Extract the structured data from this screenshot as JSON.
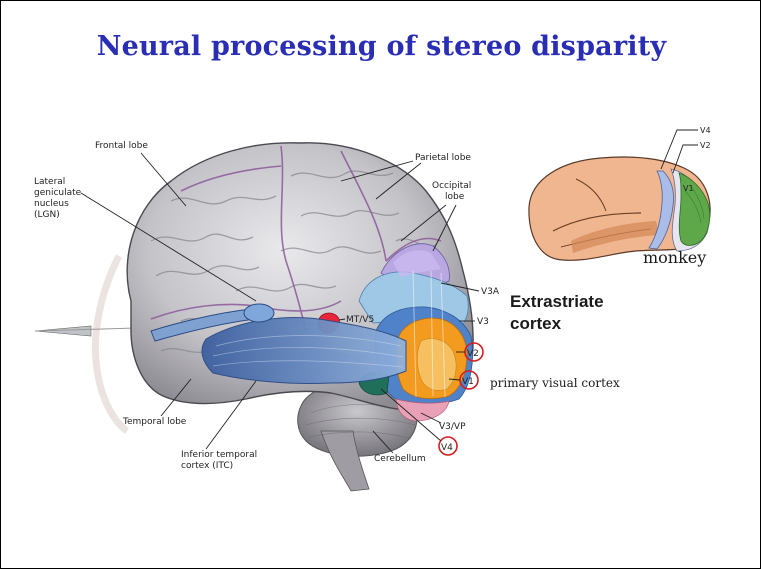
{
  "slide": {
    "title": "Neural processing of stereo disparity"
  },
  "brain_labels": {
    "frontal_lobe": "Frontal lobe",
    "parietal_lobe": "Parietal lobe",
    "occipital_lobe_line1": "Occipital",
    "occipital_lobe_line2": "lobe",
    "lgn_line1": "Lateral",
    "lgn_line2": "geniculate",
    "lgn_line3": "nucleus",
    "lgn_line4": "(LGN)",
    "mt_v5": "MT/V5",
    "v3a": "V3A",
    "v3": "V3",
    "v2": "V2",
    "v1": "V1",
    "v3_vp": "V3/VP",
    "v4": "V4",
    "temporal_lobe": "Temporal lobe",
    "itc_line1": "Inferior temporal",
    "itc_line2": "cortex (ITC)",
    "cerebellum": "Cerebellum"
  },
  "annotations": {
    "extrastriate_line1": "Extrastriate",
    "extrastriate_line2": "cortex",
    "primary_visual_cortex": "primary visual cortex"
  },
  "monkey_labels": {
    "v4": "V4",
    "v2": "V2",
    "v1": "V1",
    "caption": "monkey"
  },
  "colors": {
    "title": "#2a2eb5",
    "highlight_circle": "#d21f1f"
  }
}
